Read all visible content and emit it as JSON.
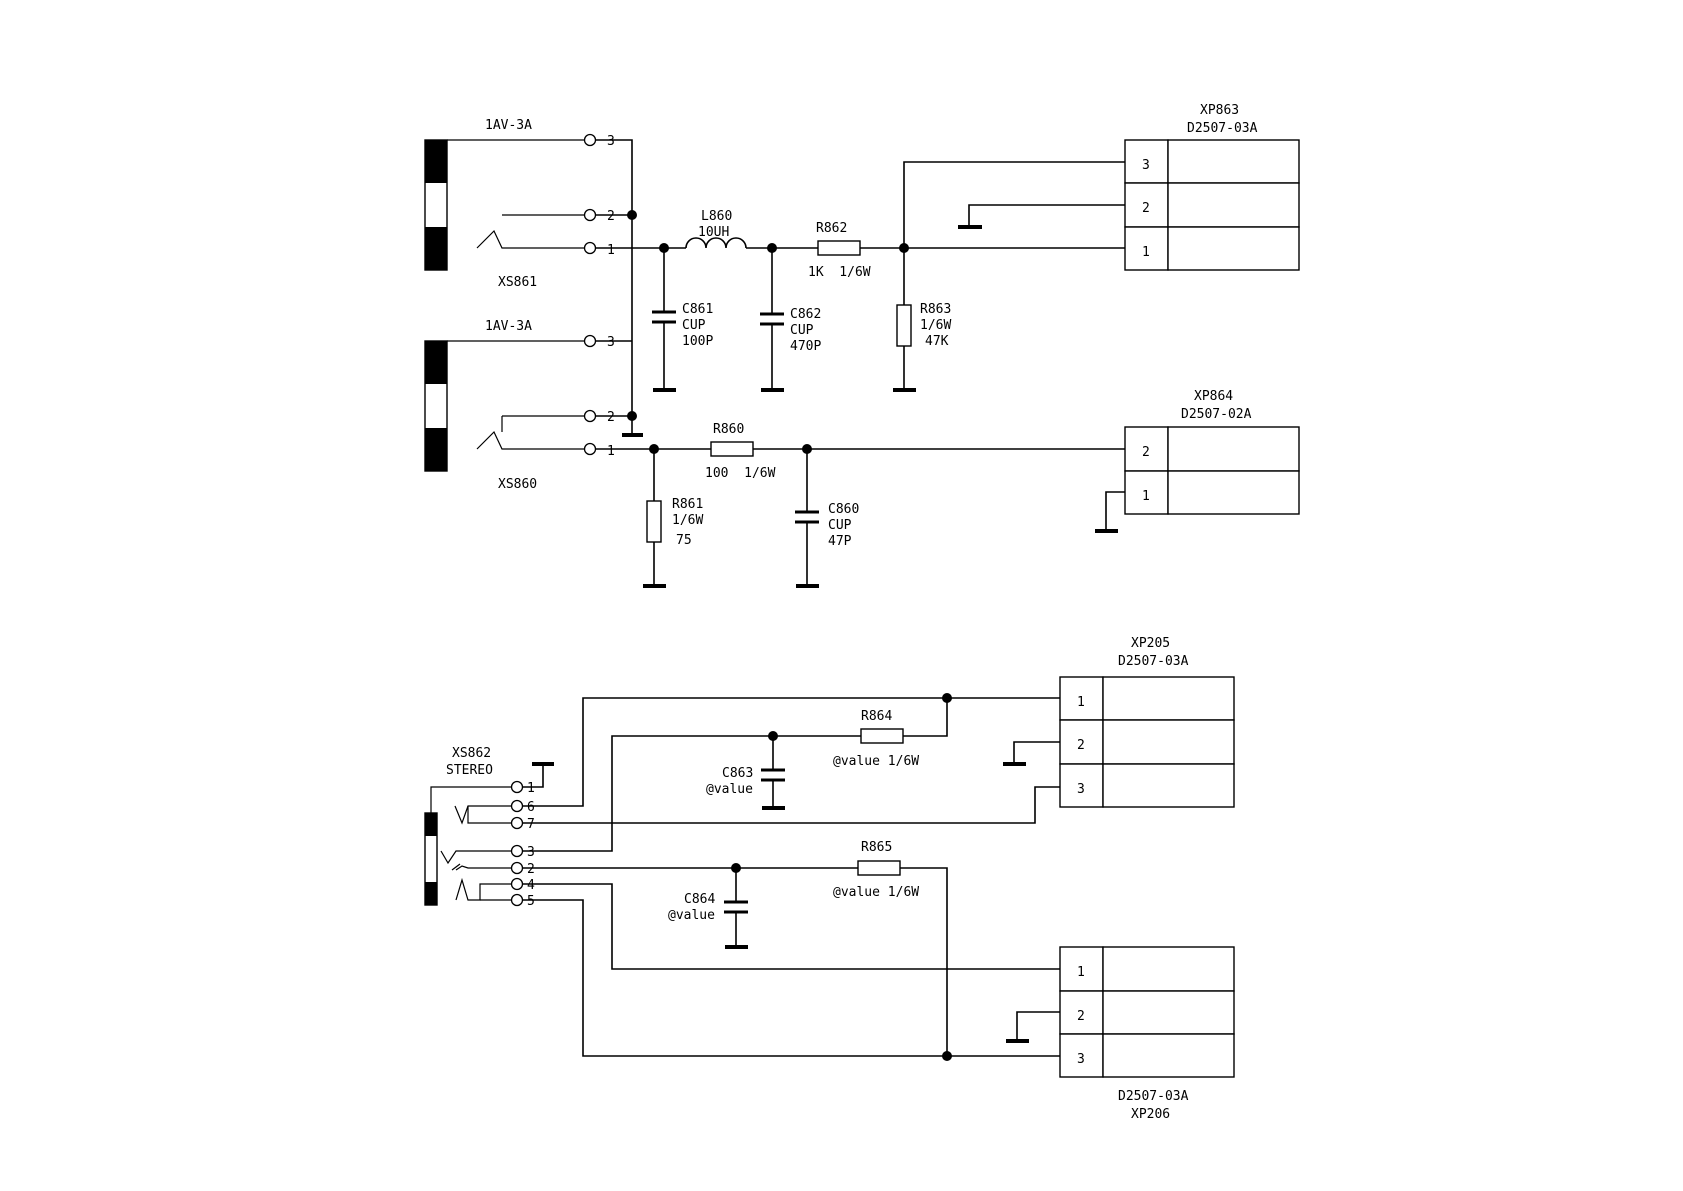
{
  "jacks": {
    "xs861": {
      "name": "XS861",
      "type": "1AV-3A",
      "pins": [
        "3",
        "2",
        "1"
      ]
    },
    "xs860": {
      "name": "XS860",
      "type": "1AV-3A",
      "pins": [
        "3",
        "2",
        "1"
      ]
    },
    "xs862": {
      "name": "XS862",
      "type": "STEREO",
      "pins": [
        "1",
        "6",
        "7",
        "3",
        "2",
        "4",
        "5"
      ]
    }
  },
  "components": {
    "l860": {
      "ref": "L860",
      "value": "10UH"
    },
    "r862": {
      "ref": "R862",
      "value": "1K  1/6W"
    },
    "r863": {
      "ref": "R863",
      "power": "1/6W",
      "value": "47K"
    },
    "c861": {
      "ref": "C861",
      "kind": "CUP",
      "value": "100P"
    },
    "c862": {
      "ref": "C862",
      "kind": "CUP",
      "value": "470P"
    },
    "r860": {
      "ref": "R860",
      "value": "100  1/6W"
    },
    "r861": {
      "ref": "R861",
      "power": "1/6W",
      "value": "75"
    },
    "c860": {
      "ref": "C860",
      "kind": "CUP",
      "value": "47P"
    },
    "r864": {
      "ref": "R864",
      "value": "@value 1/6W"
    },
    "c863": {
      "ref": "C863",
      "value": "@value"
    },
    "r865": {
      "ref": "R865",
      "value": "@value 1/6W"
    },
    "c864": {
      "ref": "C864",
      "value": "@value"
    }
  },
  "connectors": {
    "xp863": {
      "ref": "XP863",
      "part": "D2507-03A",
      "pins": [
        "3",
        "2",
        "1"
      ]
    },
    "xp864": {
      "ref": "XP864",
      "part": "D2507-02A",
      "pins": [
        "2",
        "1"
      ]
    },
    "xp205": {
      "ref": "XP205",
      "part": "D2507-03A",
      "pins": [
        "1",
        "2",
        "3"
      ]
    },
    "xp206": {
      "ref": "XP206",
      "part": "D2507-03A",
      "pins": [
        "1",
        "2",
        "3"
      ]
    }
  }
}
